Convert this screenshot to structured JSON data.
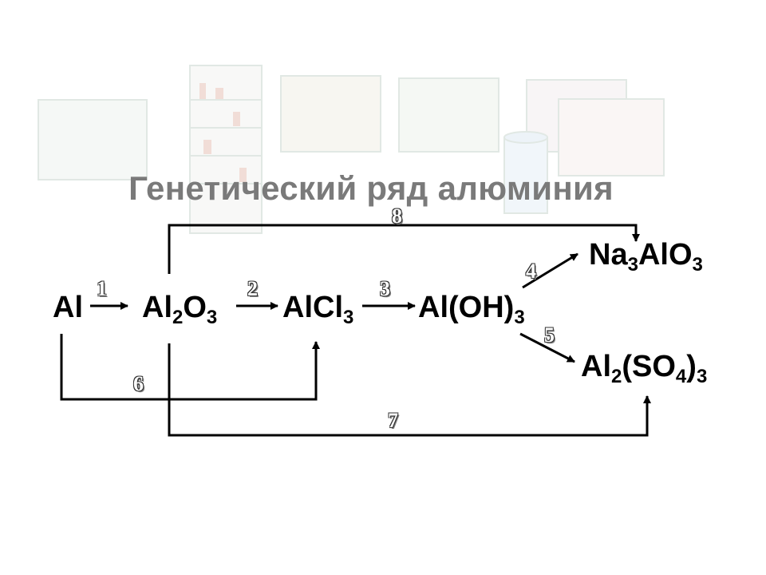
{
  "title": "Генетический ряд алюминия",
  "compounds": {
    "al": {
      "base": "Al"
    },
    "al2o3": {
      "p1": "Al",
      "s1": "2",
      "p2": "O",
      "s2": "3"
    },
    "alcl3": {
      "p1": "AlCl",
      "s1": "3"
    },
    "aloh3": {
      "p1": "Al(OH)",
      "s1": "3"
    },
    "na3alo3": {
      "p1": "Na",
      "s1": "3",
      "p2": "AlO",
      "s2": "3"
    },
    "al2so43": {
      "p1": "Al",
      "s1": "2",
      "p2": "(SO",
      "s2": "4",
      "p3": ")",
      "s3": "3"
    }
  },
  "steps": [
    "1",
    "2",
    "3",
    "4",
    "5",
    "6",
    "7",
    "8"
  ],
  "colors": {
    "title": "#7a7a7a",
    "lines": "#000000"
  }
}
